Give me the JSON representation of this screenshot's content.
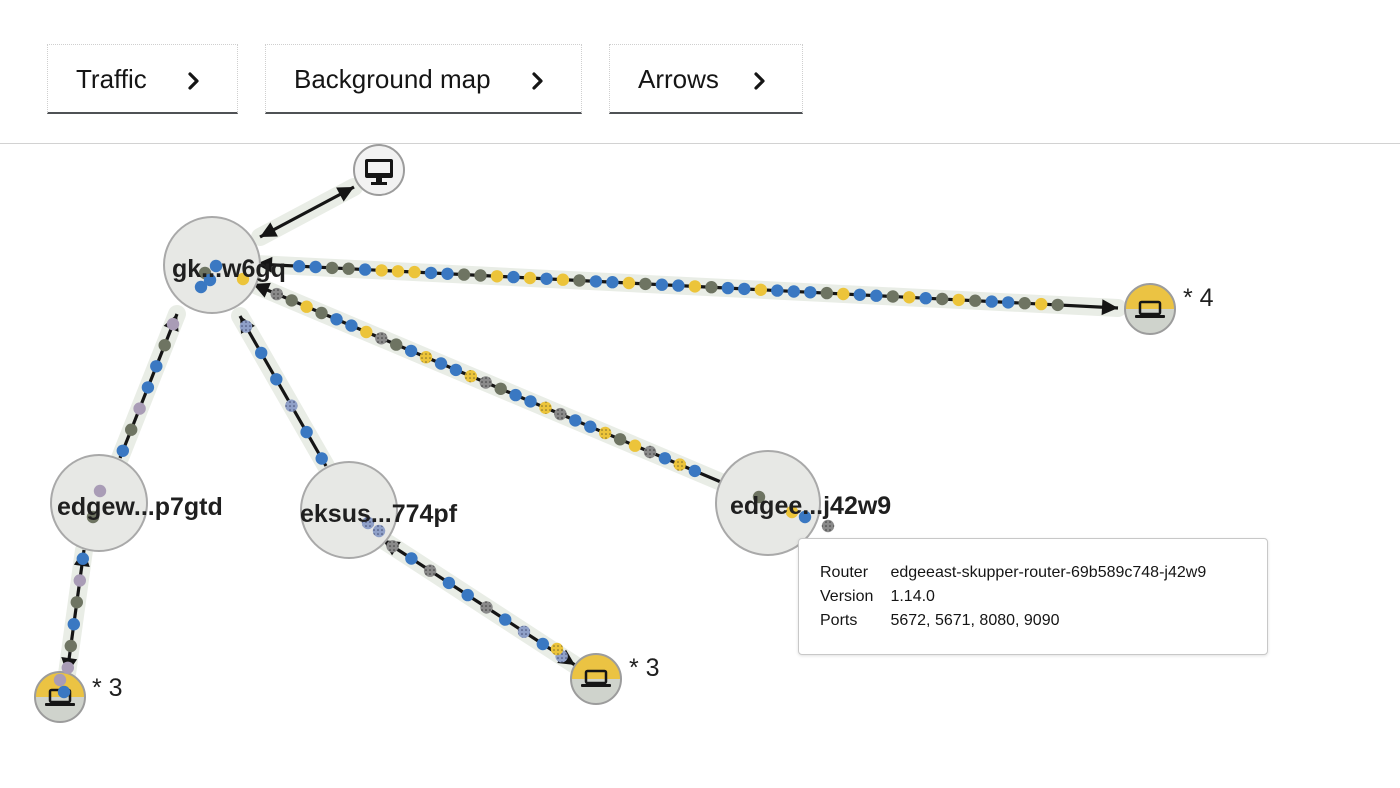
{
  "toolbar": {
    "traffic_label": "Traffic",
    "background_map_label": "Background map",
    "arrows_label": "Arrows"
  },
  "nodes": [
    {
      "id": "gke",
      "label": "gk...w6gq",
      "kind": "router"
    },
    {
      "id": "edgew",
      "label": "edgew...p7gtd",
      "kind": "router"
    },
    {
      "id": "eks",
      "label": "eksus...774pf",
      "kind": "router"
    },
    {
      "id": "edgee",
      "label": "edgee...j42w9",
      "kind": "router"
    },
    {
      "id": "monitor",
      "label": "",
      "kind": "console",
      "icon": "monitor-icon"
    },
    {
      "id": "client-right",
      "label": "",
      "kind": "client-group",
      "icon": "laptop-icon",
      "count": "* 4"
    },
    {
      "id": "client-eks",
      "label": "",
      "kind": "client-group",
      "icon": "laptop-icon",
      "count": "* 3"
    },
    {
      "id": "client-edgew",
      "label": "",
      "kind": "client-group",
      "icon": "laptop-icon",
      "count": "* 3"
    }
  ],
  "colors": {
    "dot_blue": "#3a78c2",
    "dot_yellow": "#ecc43a",
    "dot_olive": "#6e7462",
    "dot_lilac": "#a99cb6",
    "halo": "#e9ede6",
    "node_fill": "#e7e8e5",
    "client_top": "#ebc343",
    "client_bottom": "#cfd3cc"
  },
  "tooltip": {
    "router_key": "Router",
    "router_value": "edgeeast-skupper-router-69b589c748-j42w9",
    "version_key": "Version",
    "version_value": "1.14.0",
    "ports_key": "Ports",
    "ports_value": "5672, 5671, 8080, 9090"
  }
}
